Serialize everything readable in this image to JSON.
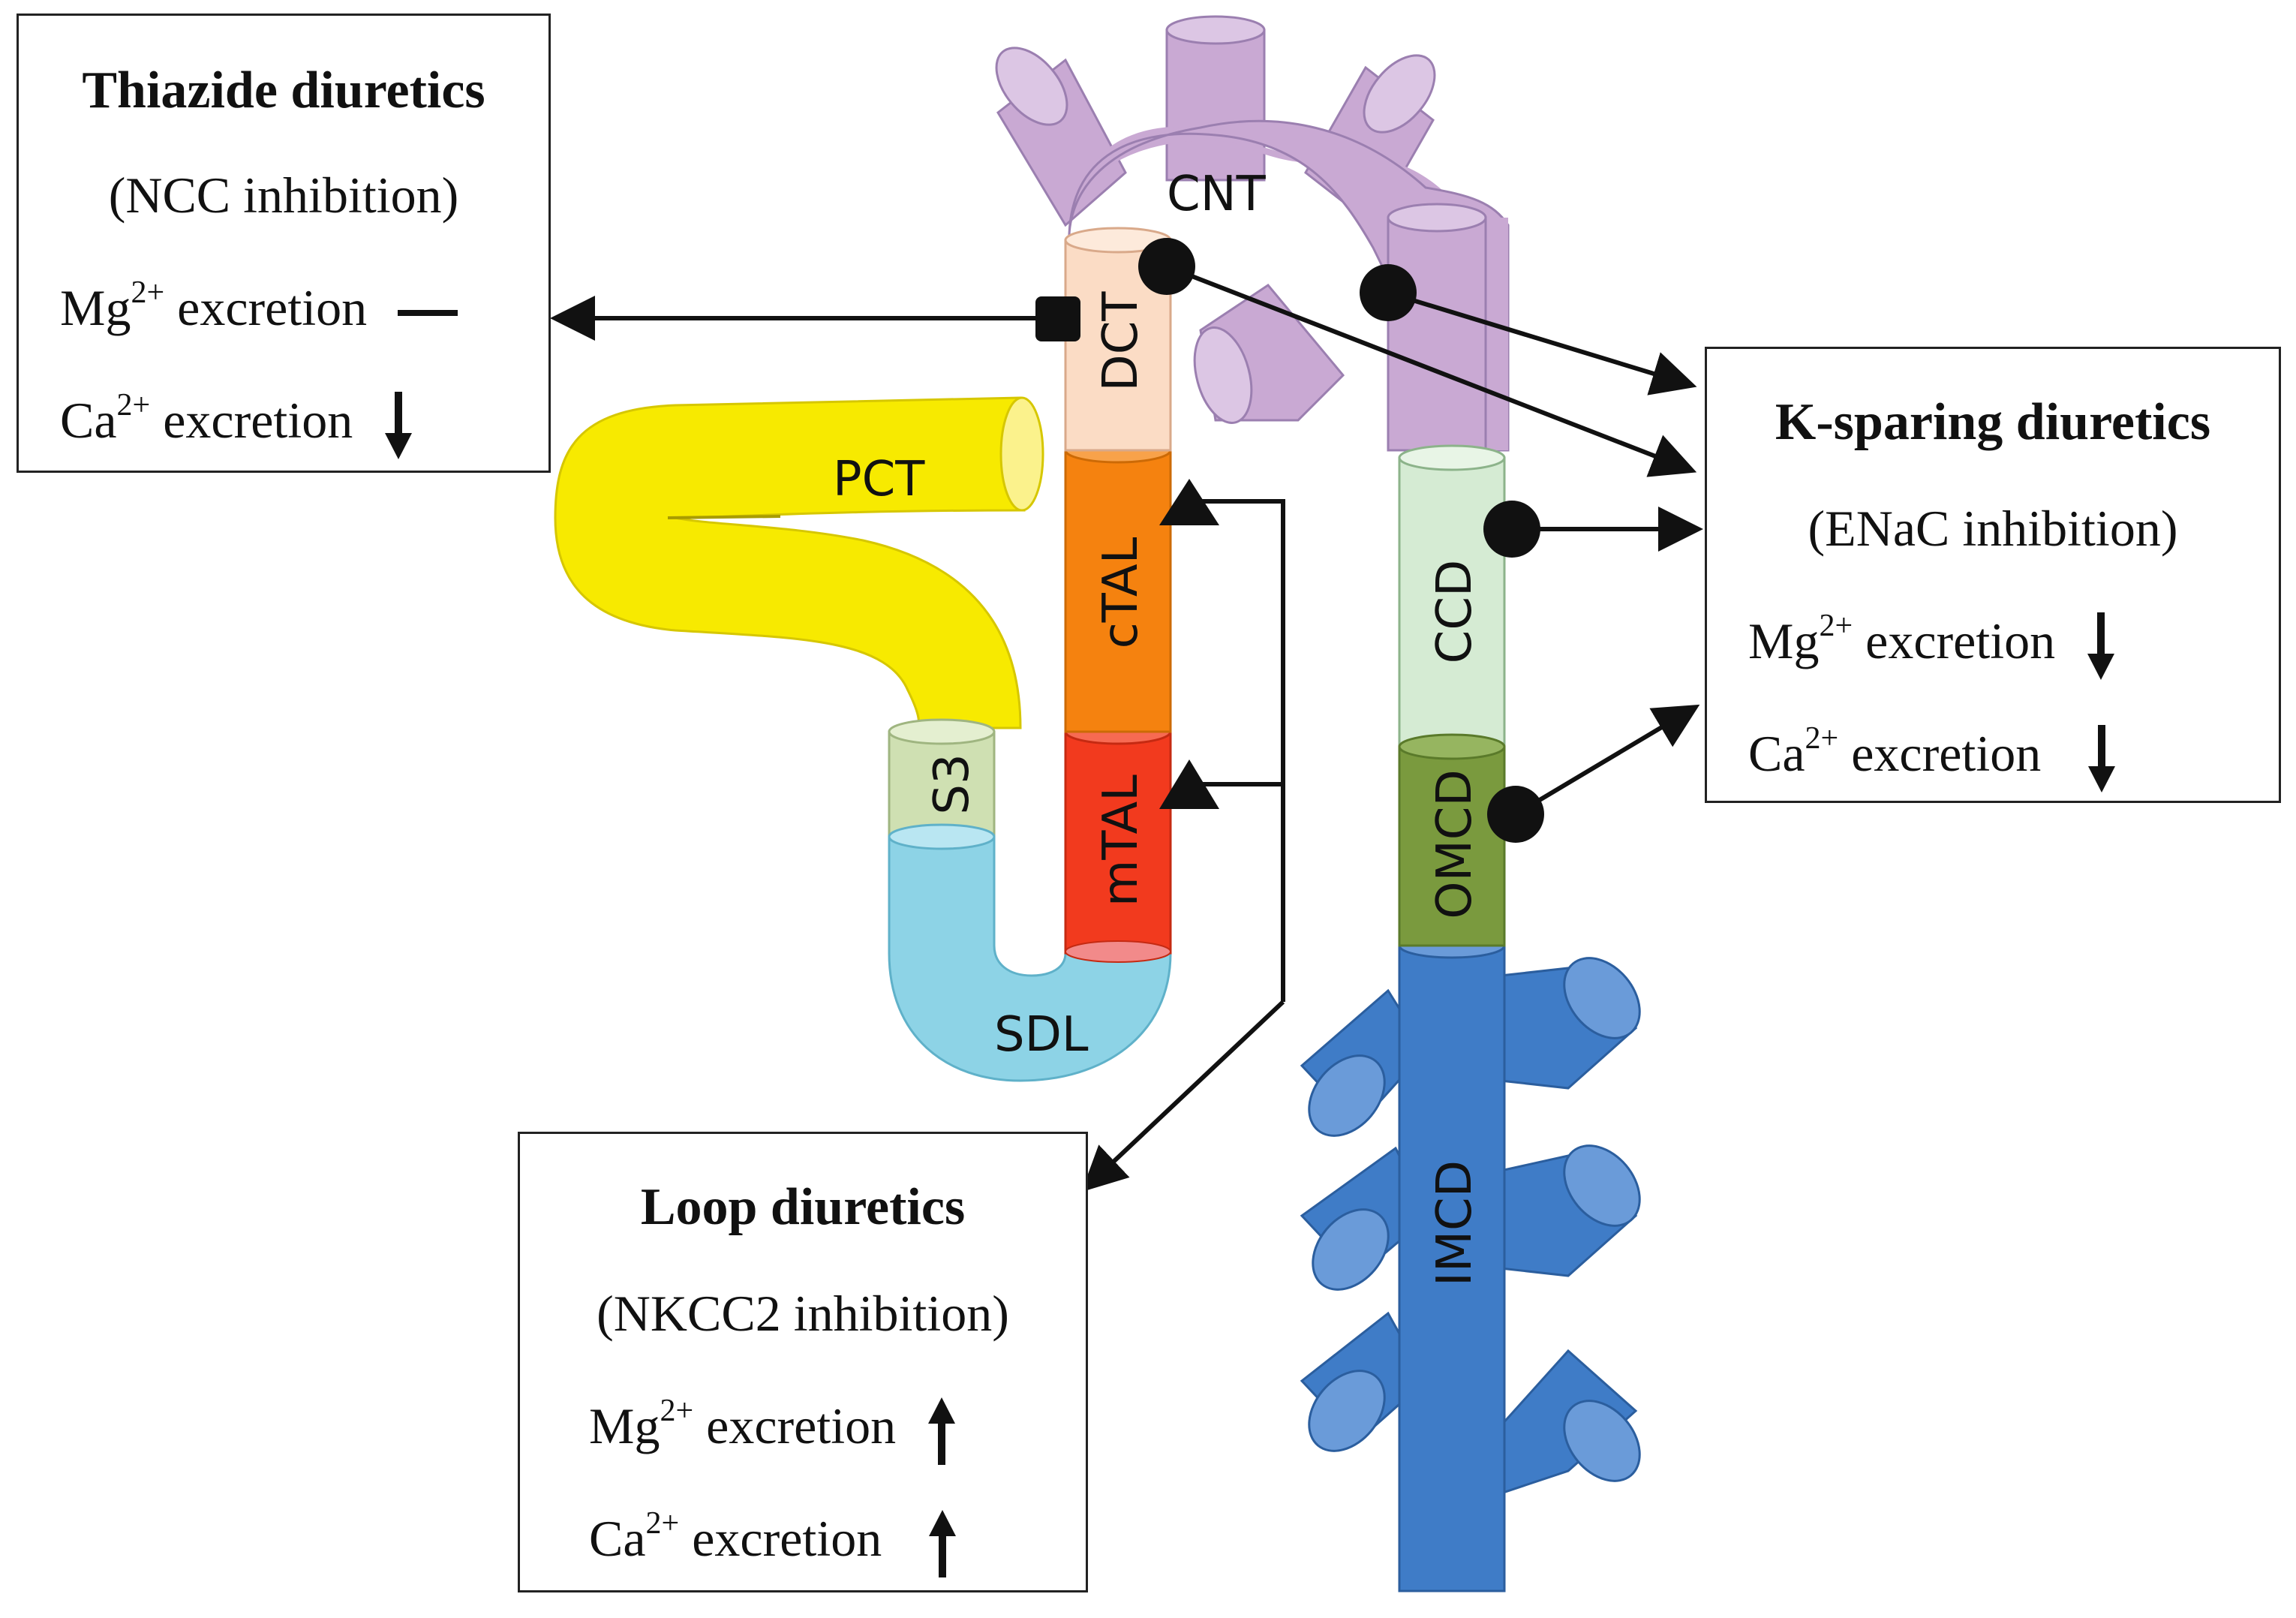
{
  "segments": {
    "pct": "PCT",
    "s3": "S3",
    "sdl": "SDL",
    "mtal": "mTAL",
    "ctal": "cTAL",
    "dct": "DCT",
    "cnt": "CNT",
    "ccd": "CCD",
    "omcd": "OMCD",
    "imcd": "IMCD"
  },
  "thiazide": {
    "title": "Thiazide diuretics",
    "mechanism": "(NCC inhibition)",
    "mg_ion": "Mg",
    "mg_charge": "2+",
    "mg_text": "excretion",
    "mg_effect": "no change",
    "ca_ion": "Ca",
    "ca_charge": "2+",
    "ca_text": "excretion",
    "ca_effect": "decrease"
  },
  "ksparing": {
    "title": "K-sparing diuretics",
    "mechanism": "(ENaC inhibition)",
    "mg_ion": "Mg",
    "mg_charge": "2+",
    "mg_text": "excretion",
    "mg_effect": "decrease",
    "ca_ion": "Ca",
    "ca_charge": "2+",
    "ca_text": "excretion",
    "ca_effect": "decrease"
  },
  "loop": {
    "title": "Loop diuretics",
    "mechanism": "(NKCC2 inhibition)",
    "mg_ion": "Mg",
    "mg_charge": "2+",
    "mg_text": "excretion",
    "mg_effect": "increase",
    "ca_ion": "Ca",
    "ca_charge": "2+",
    "ca_text": "excretion",
    "ca_effect": "increase"
  },
  "colors": {
    "pct": "#f7ea00",
    "s3": "#cfe0b2",
    "sdl": "#8dd3e6",
    "mtal": "#f23a1e",
    "ctal": "#f5820f",
    "dct": "#fbdcc5",
    "cnt": "#c9a9d3",
    "ccd": "#d5ebd3",
    "omcd": "#7a9a3e",
    "imcd": "#3f7cc7"
  }
}
